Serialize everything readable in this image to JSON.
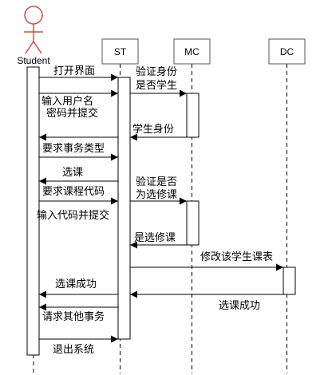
{
  "actor": {
    "name": "Student",
    "color": "#c0504d"
  },
  "participants": [
    "ST",
    "MC",
    "DC"
  ],
  "messages": [
    "打开界面",
    "验证身份",
    "是否学生",
    "输入用户名",
    "密码并提交",
    "学生身份",
    "要求事务类型",
    "选课",
    "验证是否",
    "为选修课",
    "要求课程代码",
    "输入代码并提交",
    "是选修课",
    "修改该学生课表",
    "选课成功",
    "选课成功",
    "请求其他事务",
    "退出系统"
  ]
}
